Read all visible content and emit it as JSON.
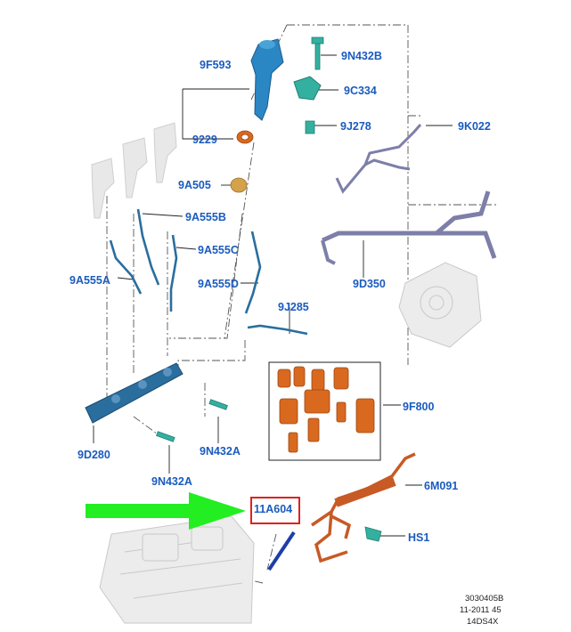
{
  "parts": {
    "p9F593": "9F593",
    "p9N432B": "9N432B",
    "p9C334": "9C334",
    "p9J278": "9J278",
    "p9K022": "9K022",
    "p9229": "9229",
    "p9A505": "9A505",
    "p9A555B": "9A555B",
    "p9A555C": "9A555C",
    "p9A555A": "9A555A",
    "p9A555D": "9A555D",
    "p9D350": "9D350",
    "p9J285": "9J285",
    "p9F800": "9F800",
    "p9D280": "9D280",
    "p9N432A_1": "9N432A",
    "p9N432A_2": "9N432A",
    "p6M091": "6M091",
    "p11A604": "11A604",
    "pHS1": "HS1"
  },
  "footer": {
    "line1": "3030405B",
    "line2": "11-2011 45",
    "line3": "14DS4X"
  },
  "highlight": {
    "part": "11A604",
    "arrow_color": "#22ee22",
    "box_color": "#e02020"
  },
  "colors": {
    "label": "#1a5bbf",
    "injector": "#2b86c4",
    "clamp": "#33b0a0",
    "pipe": "#2a6e9e",
    "seal": "#d8691f",
    "harness": "#c75a25",
    "return_line": "#7d7fa8",
    "ghost": "#d0d0d0"
  }
}
